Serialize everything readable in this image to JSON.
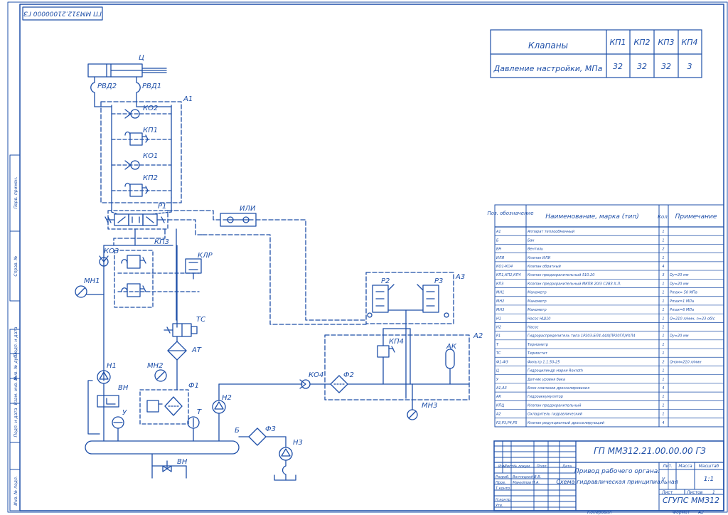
{
  "stamp_top": "ГП ММЗ12.21000000 ГЗ",
  "side_boxes": [
    "Перв. примен.",
    "Справ. №",
    "Подп. и дата",
    "Инв. № дубл.",
    "Взам. инв. №",
    "Подп. и дата",
    "Инв. № подл."
  ],
  "valve_table": {
    "row1_label": "Клапаны",
    "row2_label": "Давление настройки, МПа",
    "columns": [
      "КП1",
      "КП2",
      "КП3",
      "КП4"
    ],
    "values": [
      "32",
      "32",
      "32",
      "3"
    ]
  },
  "labels": {
    "C": "Ц",
    "RVD2": "РВД2",
    "RVD1": "РВД1",
    "A1": "А1",
    "KO2": "КО2",
    "KP1": "КП1",
    "KO1": "КО1",
    "KP2": "КП2",
    "P1": "Р1",
    "ILI": "ИЛИ",
    "KO3": "КО3",
    "KP3": "КП3",
    "KLR": "КЛР",
    "MN1": "МН1",
    "P2": "Р2",
    "P3": "Р3",
    "A3": "А3",
    "TS": "ТС",
    "AT": "АТ",
    "MN2": "МН2",
    "KP4": "КП4",
    "AK": "АК",
    "A2": "А2",
    "N1": "Н1",
    "VN1": "ВН",
    "F1": "Ф1",
    "U": "У",
    "N2": "Н2",
    "T": "Т",
    "KO4": "КО4",
    "F2": "Ф2",
    "MN3": "МН3",
    "B": "Б",
    "F3": "Ф3",
    "N3": "Н3",
    "VN2": "ВН"
  },
  "spec_table": {
    "headers": [
      "Поз. обозначение",
      "Наименование, марка (тип)",
      "Кол.",
      "Примечание"
    ],
    "rows": [
      [
        "А1",
        "Аппарат теплообменный",
        "1",
        ""
      ],
      [
        "Б",
        "Бак",
        "1",
        ""
      ],
      [
        "ВН",
        "Вентиль",
        "2",
        ""
      ],
      [
        "ИЛИ",
        "Клапан ИЛИ",
        "1",
        ""
      ],
      [
        "КО1-КО4",
        "Клапан обратный",
        "4",
        ""
      ],
      [
        "КП1,КП2,КП4",
        "Клапан предохранительный 510.20",
        "3",
        "Dу=20 мм"
      ],
      [
        "КП3",
        "Клапан предохранительный МКПВ 20/3 С2ВЗ Х.Л.",
        "1",
        "Dу=20 мм"
      ],
      [
        "МН1",
        "Манометр",
        "1",
        "Pmax= 50 МПа"
      ],
      [
        "МН2",
        "Манометр",
        "1",
        "Pmax=1 МПа"
      ],
      [
        "МН3",
        "Манометр",
        "1",
        "Pmax=6 МПа"
      ],
      [
        "Н1",
        "Насос НШ10",
        "1",
        "Q=210 л/мин, n=23 об/с"
      ],
      [
        "Н2",
        "Насос",
        "1",
        ""
      ],
      [
        "Р1",
        "Гидрораспределитель типа 1Р203-БЛ4-44А(ПР20ГЛ)УХЛ4",
        "1",
        "Dу=20 мм"
      ],
      [
        "Т",
        "Термометр",
        "1",
        ""
      ],
      [
        "ТС",
        "Термостат",
        "1",
        ""
      ],
      [
        "Ф1-Ф3",
        "Фильтр 1.1.50-25",
        "2",
        "Qном=210 л/мин"
      ],
      [
        "Ц",
        "Гидроцилиндр марки Rexroth",
        "1",
        ""
      ],
      [
        "У",
        "Датчик уровня бака",
        "1",
        ""
      ],
      [
        "А1,А3",
        "Блок клапанов дросселирования",
        "4",
        ""
      ],
      [
        "АК",
        "Гидроаккумулятор",
        "1",
        ""
      ],
      [
        "КПЦ",
        "Клапан предохранительный",
        "1",
        ""
      ],
      [
        "А2",
        "Охладитель гидравлический",
        "1",
        ""
      ],
      [
        "Р2,Р3,Р4,Р5",
        "Клапан редукционный дросселирующий",
        "4",
        ""
      ]
    ]
  },
  "title_block": {
    "code": "ГП ММЗ12.21.00.00.00 ГЗ",
    "name_line1": "Привод рабочего органа.",
    "name_line2": "Схема гидравлическая принципиальная",
    "org": "СГУПС ММЗ12",
    "header_cells": [
      "Изм",
      "Лист",
      "№ докум.",
      "Подп.",
      "Дата"
    ],
    "roles": [
      "Разраб.",
      "Пров.",
      "Т.контр.",
      "",
      "Н.контр.",
      "Утв."
    ],
    "names": [
      "Волчецкий В.В.",
      "Мануйлов Н.А."
    ],
    "lit_header": "Лит.",
    "mass_header": "Масса",
    "scale_header": "Масштаб",
    "lit_value": "У",
    "scale_value": "1:1",
    "sheet_label": "Лист",
    "sheets_label": "Листов",
    "sheets_value": "1"
  },
  "footer": {
    "copied": "Копировал",
    "format_label": "Формат",
    "format_value": "А2"
  }
}
